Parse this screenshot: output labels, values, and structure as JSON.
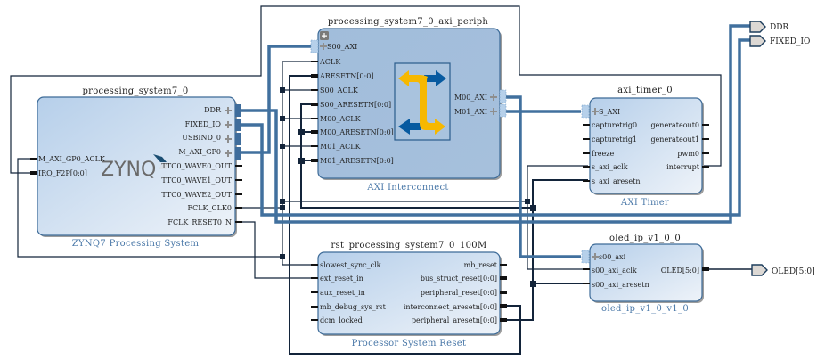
{
  "diagram": {
    "blocks": {
      "ps7": {
        "instance": "processing_system7_0",
        "type_label": "ZYNQ7 Processing System",
        "logo": "ZYNQ",
        "left_pins": [
          "M_AXI_GP0_ACLK",
          "IRQ_F2P[0:0]"
        ],
        "right_pins": [
          "DDR",
          "FIXED_IO",
          "USBIND_0",
          "M_AXI_GP0",
          "TTC0_WAVE0_OUT",
          "TTC0_WAVE1_OUT",
          "TTC0_WAVE2_OUT",
          "FCLK_CLK0",
          "FCLK_RESET0_N"
        ]
      },
      "interconnect": {
        "instance": "processing_system7_0_axi_periph",
        "type_label": "AXI Interconnect",
        "left_pins": [
          "S00_AXI",
          "ACLK",
          "ARESETN[0:0]",
          "S00_ACLK",
          "S00_ARESETN[0:0]",
          "M00_ACLK",
          "M00_ARESETN[0:0]",
          "M01_ACLK",
          "M01_ARESETN[0:0]"
        ],
        "right_pins": [
          "M00_AXI",
          "M01_AXI"
        ]
      },
      "timer": {
        "instance": "axi_timer_0",
        "type_label": "AXI Timer",
        "left_pins": [
          "S_AXI",
          "capturetrig0",
          "capturetrig1",
          "freeze",
          "s_axi_aclk",
          "s_axi_aresetn"
        ],
        "right_pins": [
          "generateout0",
          "generateout1",
          "pwm0",
          "interrupt"
        ]
      },
      "reset": {
        "instance": "rst_processing_system7_0_100M",
        "type_label": "Processor System Reset",
        "left_pins": [
          "slowest_sync_clk",
          "ext_reset_in",
          "aux_reset_in",
          "mb_debug_sys_rst",
          "dcm_locked"
        ],
        "right_pins": [
          "mb_reset",
          "bus_struct_reset[0:0]",
          "peripheral_reset[0:0]",
          "interconnect_aresetn[0:0]",
          "peripheral_aresetn[0:0]"
        ]
      },
      "oled": {
        "instance": "oled_ip_v1_0_0",
        "type_label": "oled_ip_v1_0_v1_0",
        "left_pins": [
          "s00_axi",
          "s00_axi_aclk",
          "s00_axi_aresetn"
        ],
        "right_pins": [
          "OLED[5:0]"
        ]
      }
    },
    "external_ports": [
      "DDR",
      "FIXED_IO",
      "OLED[5:0]"
    ],
    "colors": {
      "block_fill_start": "#b9d2ec",
      "block_fill_end": "#edf2f8",
      "interconnect_fill": "#a3bfdc",
      "block_border": "#3d6b98",
      "bus_wire": "#41709e",
      "signal_wire": "#13243a",
      "subtitle_text": "#4a78a8",
      "port_fill": "#dcd8d4",
      "arrow_yellow": "#f6b800",
      "arrow_blue": "#075aa0"
    }
  }
}
